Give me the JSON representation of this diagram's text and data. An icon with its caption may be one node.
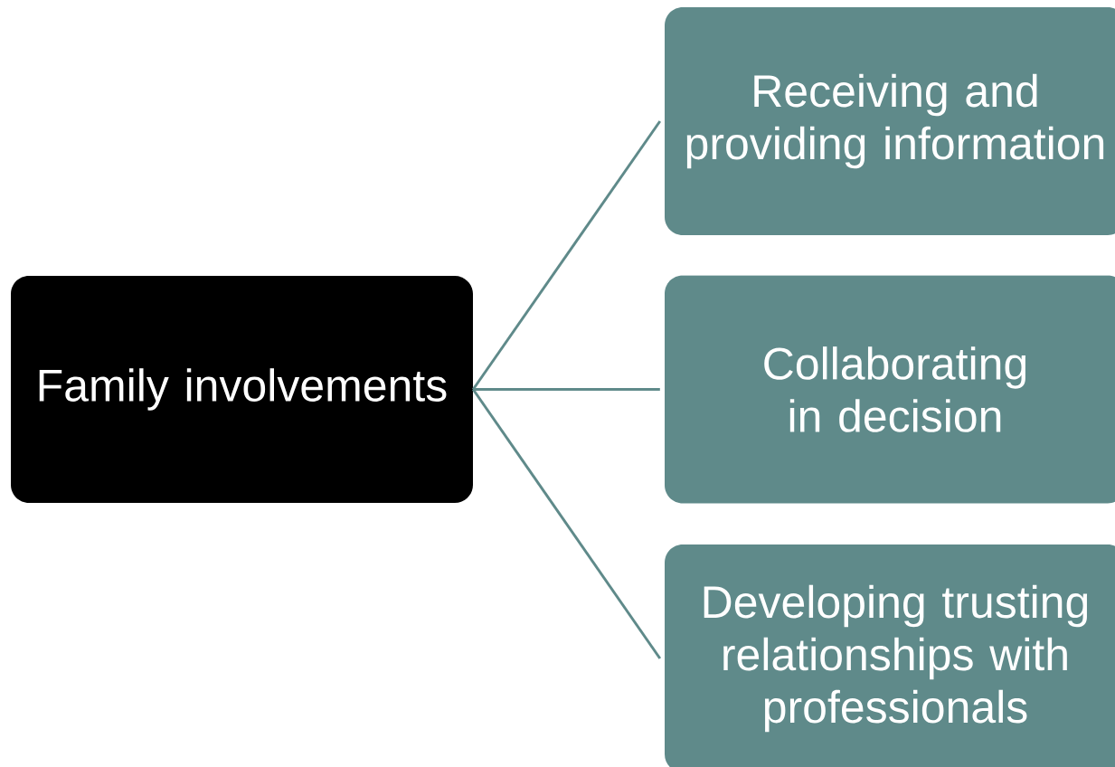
{
  "diagram": {
    "nodes": [
      {
        "text": [
          "Family involvements"
        ]
      },
      {
        "text": [
          "Receiving and providing information"
        ]
      },
      {
        "text": [
          "Collaborating in decision"
        ]
      },
      {
        "text": [
          "Developing trusting relationships with professionals"
        ]
      }
    ],
    "edges": [
      {
        "from": 0,
        "to": 1,
        "arrow": "none"
      },
      {
        "from": 0,
        "to": 2,
        "arrow": "none"
      },
      {
        "from": 0,
        "to": 3,
        "arrow": "none"
      }
    ]
  }
}
